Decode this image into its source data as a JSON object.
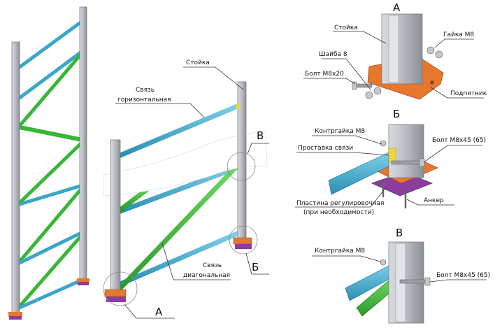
{
  "labels": {
    "stoika": "Стойка",
    "sv_hor_1": "Связь",
    "sv_hor_2": "горизонтальная",
    "sv_diag_1": "Связь",
    "sv_diag_2": "диагональная",
    "marker_a": "А",
    "marker_b": "Б",
    "marker_v": "В"
  },
  "detail_a": {
    "title": "А",
    "stoika": "Стойка",
    "gaika": "Гайка М8",
    "shaiba": "Шайба 8",
    "bolt": "Болт М8х20",
    "podpyatnik": "Подпятник"
  },
  "detail_b": {
    "title": "Б",
    "kontrgaika": "Контргайка М8",
    "prostavka": "Проставка связи",
    "bolt": "Болт М8х45 (65)",
    "plastina_1": "Пластина регулировочная",
    "plastina_2": "(при необходимости)",
    "anker": "Анкер"
  },
  "detail_v": {
    "title": "В",
    "kontrgaika": "Контргайка М8",
    "bolt": "Болт М8х45 (65)"
  },
  "colors": {
    "upright": "#b8bcc2",
    "horizontal_brace": "#3aa6c8",
    "diagonal_brace": "#38b636",
    "base_plate": "#e8772e",
    "anchor_plate": "#8b3d9e"
  }
}
